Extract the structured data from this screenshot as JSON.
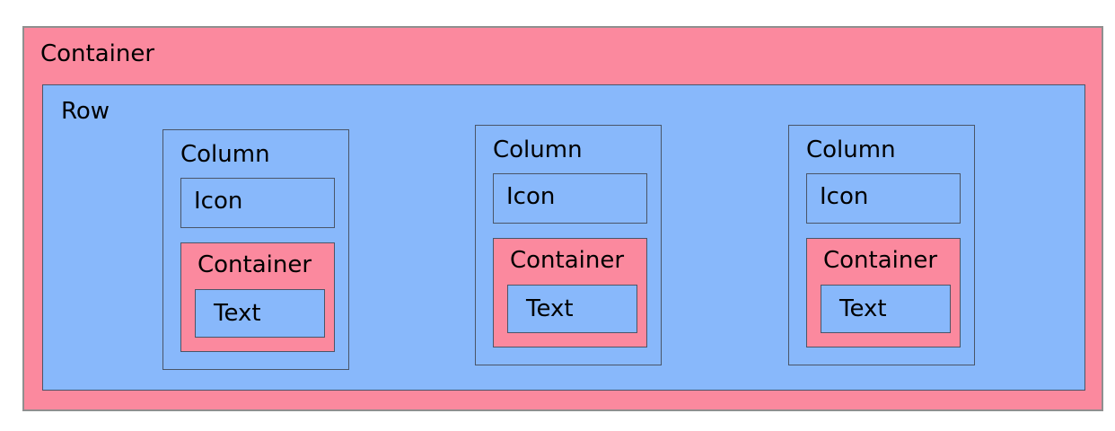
{
  "diagram": {
    "root": {
      "label": "Container",
      "row": {
        "label": "Row",
        "columns": [
          {
            "label": "Column",
            "icon_label": "Icon",
            "container_label": "Container",
            "text_label": "Text"
          },
          {
            "label": "Column",
            "icon_label": "Icon",
            "container_label": "Container",
            "text_label": "Text"
          },
          {
            "label": "Column",
            "icon_label": "Icon",
            "container_label": "Container",
            "text_label": "Text"
          }
        ]
      }
    },
    "colors": {
      "container": "#fb899e",
      "row_column_icon_text": "#88b8fb",
      "border": "#4a5568"
    }
  }
}
